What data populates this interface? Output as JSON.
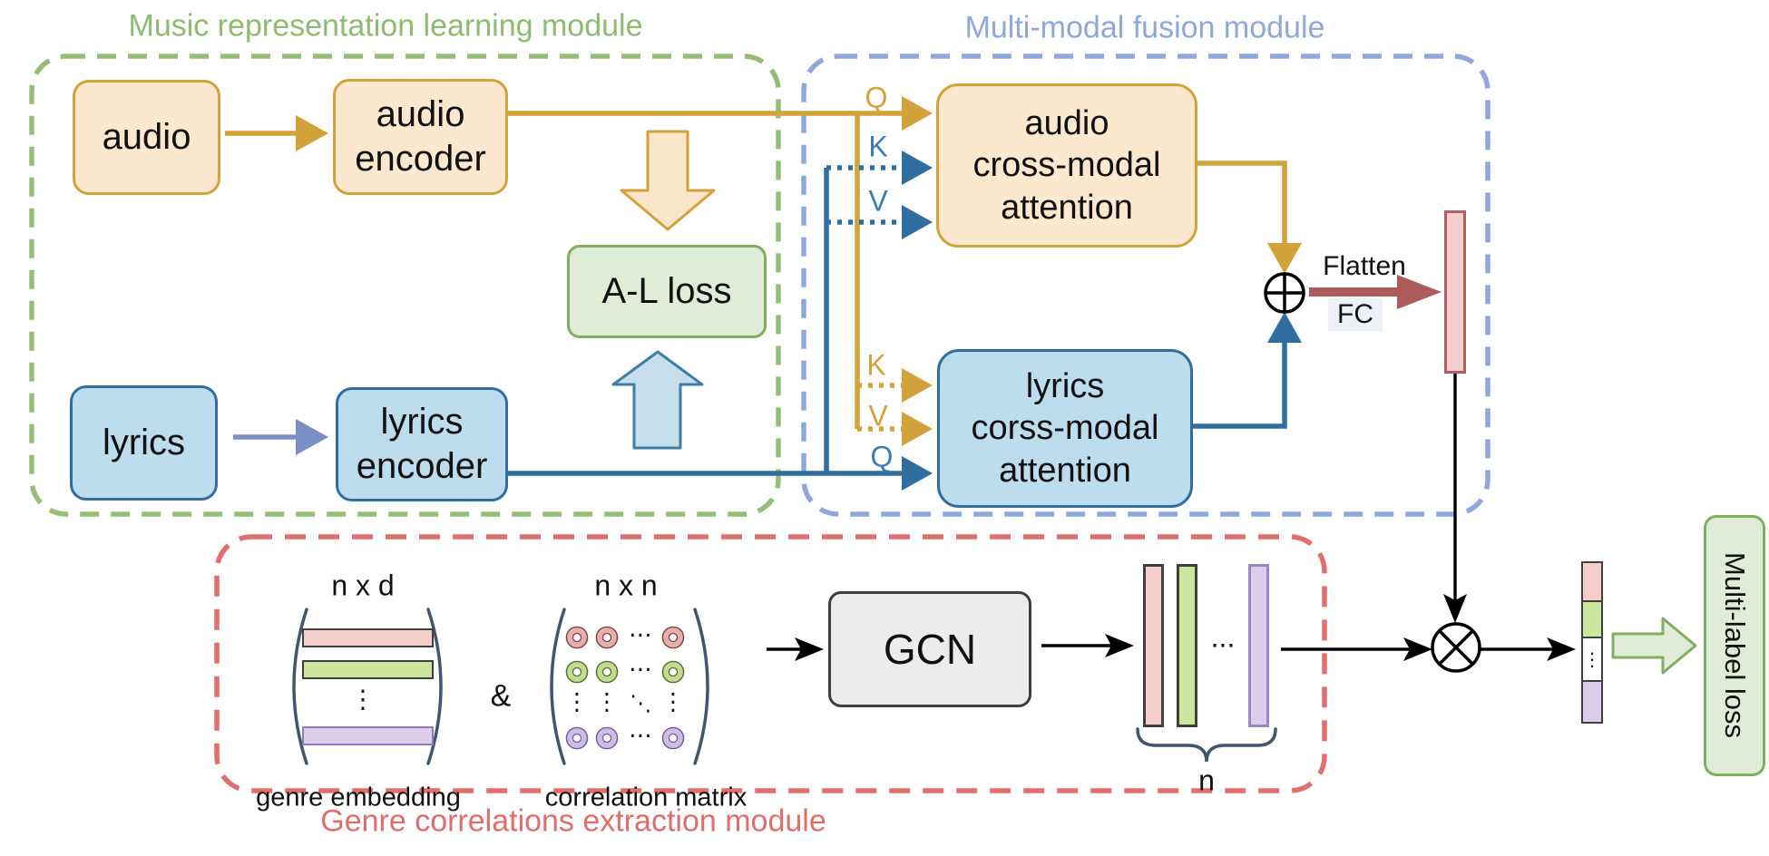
{
  "diagram": {
    "modules": {
      "representation": {
        "title": "Music representation learning module",
        "color": "#8EBB72"
      },
      "fusion": {
        "title": "Multi-modal fusion module",
        "color": "#8FA8DB"
      },
      "genre": {
        "title": "Genre correlations extraction module",
        "color": "#DE6E6C"
      }
    },
    "nodes": {
      "audio": "audio",
      "audio_encoder": "audio encoder",
      "lyrics": "lyrics",
      "lyrics_encoder": "lyrics encoder",
      "al_loss": "A-L loss",
      "audio_attention": {
        "line1": "audio",
        "line2": "cross-modal",
        "line3": "attention"
      },
      "lyrics_attention": {
        "line1": "lyrics",
        "line2": "corss-modal",
        "line3": "attention"
      },
      "gcn": "GCN",
      "multi_label_loss": "Multi-label loss"
    },
    "attention_inputs": {
      "audio": {
        "q": "Q",
        "k": "K",
        "v": "V"
      },
      "lyrics": {
        "k": "K",
        "v": "V",
        "q": "Q"
      }
    },
    "fusion_ops": {
      "flatten": "Flatten",
      "fc": "FC"
    },
    "genre_module": {
      "embedding_dim": "n x d",
      "matrix_dim": "n x n",
      "ampersand": "&",
      "embedding_caption": "genre embedding",
      "matrix_caption": "correlation matrix",
      "bars_count_label": "n",
      "hdots": "...",
      "cdots": "⋯",
      "vdots": "⋮",
      "ddots": "⋱"
    },
    "correlation_rings": [
      {
        "ring": "#EBADA9",
        "outline": "#7A4444"
      },
      {
        "ring": "#BFDD8C",
        "outline": "#5C6E2E"
      },
      {
        "ring": "#CDBBE4",
        "outline": "#6F5BA0"
      }
    ],
    "colors": {
      "gold": "#D2A23B",
      "steel_blue": "#2F6E9E",
      "slate_arrow": "#7B8FC4",
      "audio_fill": "#FBE8CE",
      "lyrics_fill": "#BDDCEE",
      "loss_fill": "#DFECD7",
      "loss_stroke": "#7FAF5F",
      "gcn_fill": "#ECECEC",
      "pink": "#F5CDCB",
      "green": "#CDE69E",
      "purple": "#DCCEEA",
      "flatten_arrow": "#AD5C5C",
      "fused_bar_stroke": "#B2615F"
    }
  }
}
